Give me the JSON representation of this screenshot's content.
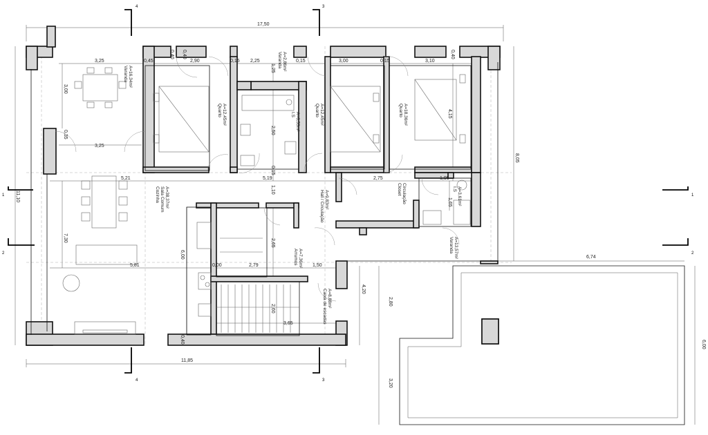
{
  "rooms": {
    "varanda_nw": {
      "name": "Varanda",
      "area": "A=16,34m²"
    },
    "varanda_n": {
      "name": "Varanda",
      "area": "A=2,86m²"
    },
    "quarto1": {
      "name": "Quarto",
      "area": "A=12,45m²"
    },
    "is1": {
      "name": "I.S",
      "area": "A=6,53m²"
    },
    "quarto2": {
      "name": "Quarto",
      "area": "A=12,45m²"
    },
    "quarto3": {
      "name": "Quarto",
      "area": "A=18,36m²"
    },
    "cozinha": {
      "name1": "Cozinha",
      "name2": "Sala Comum",
      "area": "A=38,37m²"
    },
    "hall": {
      "name": "Hall / Circulação",
      "area": "A=9,83m²"
    },
    "closet": {
      "name1": "Closet",
      "name2": "Circulação"
    },
    "is2": {
      "name": "I.S",
      "area": "A=3,61m²"
    },
    "arrumos": {
      "name": "Arrumos",
      "area": "A=7,36m²"
    },
    "varanda_e": {
      "name": "Varanda",
      "area": "A=13,57m²"
    },
    "escadas": {
      "name": "Caixa de escadas",
      "area": "A=8,88m²"
    }
  },
  "dims": {
    "d_17_50": "17,50",
    "d_0_40_a": "0,40",
    "d_0_40_b": "0,40",
    "d_0_40_c": "0,40",
    "d_3_25_a": "3,25",
    "d_0_45": "0,45",
    "d_2_90": "2,90",
    "d_0_15_a": "0,15",
    "d_2_25": "2,25",
    "d_0_15_b": "0,15",
    "d_3_00_a": "3,00",
    "d_0_15_c": "0,15",
    "d_3_10": "3,10",
    "d_1_25": "1,25",
    "d_3_00_b": "3,00",
    "d_0_35": "0,35",
    "d_3_25_b": "3,25",
    "d_2_50": "2,50",
    "d_4_15": "4,15",
    "d_0_15_d": "0,15",
    "d_5_21": "5,21",
    "d_5_19": "5,19",
    "d_2_75": "2,75",
    "d_1_95": "1,95",
    "d_8_05": "8,05",
    "d_11_10": "11,10",
    "d_1_10": "1,10",
    "d_1_65": "1,65",
    "d_7_30": "7,30",
    "d_6_00_a": "6,00",
    "d_2_65": "2,65",
    "d_5_81": "5,81",
    "d_0_00": "0,00",
    "d_2_79": "2,79",
    "d_1_50": "1,50",
    "d_6_74": "6,74",
    "d_4_20": "4,20",
    "d_2_80": "2,80",
    "d_2_60": "2,60",
    "d_3_65": "3,65",
    "d_0_40_d": "0,40",
    "d_11_85": "11,85",
    "d_3_20": "3,20",
    "d_6_00_b": "6,00"
  },
  "section_marks": {
    "s4_top": "4",
    "s3_top": "3",
    "s4_bottom": "4",
    "s3_bottom": "3",
    "s1_left": "1",
    "s2_left": "2",
    "s1_right": "1",
    "s2_right": "2"
  }
}
